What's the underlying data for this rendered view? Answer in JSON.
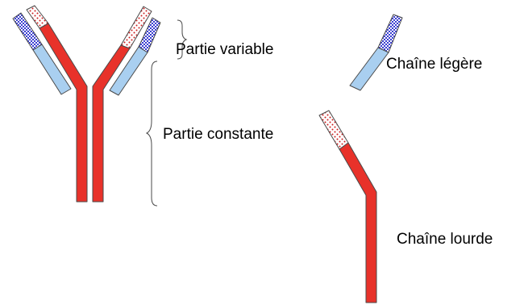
{
  "labels": {
    "variable_part": "Partie variable",
    "constant_part": "Partie constante",
    "light_chain": "Chaîne légère",
    "heavy_chain": "Chaîne lourde"
  },
  "colors": {
    "heavy_chain": "#e8322a",
    "light_chain": "#a9cff0",
    "variable_light": "#3b3fd1",
    "variable_heavy_dots": "#cc1f1f",
    "outline": "#4a4a4a"
  },
  "icons": {
    "variable_light_pattern": "blue-checker-pattern",
    "variable_heavy_pattern": "red-dot-pattern"
  }
}
